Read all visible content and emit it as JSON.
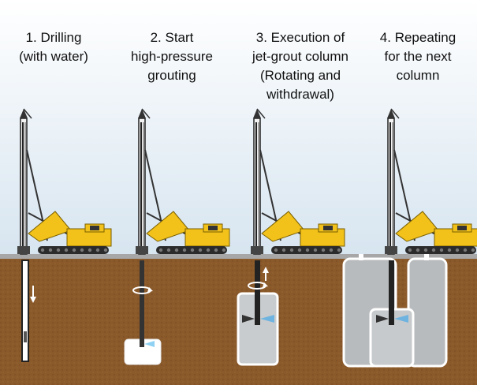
{
  "steps": [
    {
      "id": "drilling",
      "lines": [
        "1. Drilling",
        "(with water)"
      ]
    },
    {
      "id": "start",
      "lines": [
        "2. Start",
        "high-pressure",
        "grouting"
      ]
    },
    {
      "id": "execution",
      "lines": [
        "3. Execution of",
        "jet-grout column",
        "(Rotating and",
        "withdrawal)"
      ]
    },
    {
      "id": "repeating",
      "lines": [
        "4. Repeating",
        "for the next",
        "column"
      ]
    }
  ],
  "colors": {
    "sky_top": "#ffffff",
    "sky_bottom": "#dbe8f2",
    "soil": "#8a5a2b",
    "soil_dark": "#6e451f",
    "ground_surface": "#a9a9a9",
    "column_grout": "#c9ccce",
    "rig_yellow": "#f2c21a",
    "rig_dark": "#333333",
    "water_jet": "#7fbfe6"
  },
  "icons": [
    "rotation-arrow-icon",
    "down-arrow-icon",
    "up-arrow-icon"
  ]
}
